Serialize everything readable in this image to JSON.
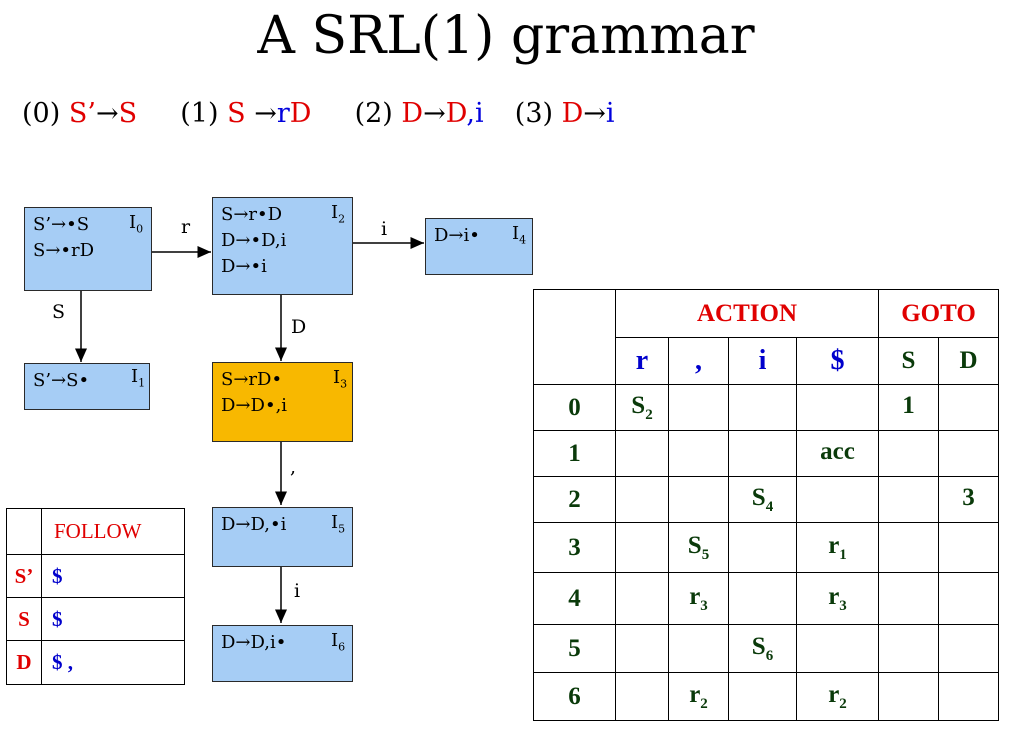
{
  "title": "A SRL(1) grammar",
  "productions": [
    {
      "num": "(0)",
      "lhs": "S’",
      "rhs_a": "S",
      "rhs_b": ""
    },
    {
      "num": "(1)",
      "lhs": "S",
      "rhs_a": "r",
      "rhs_b": "D"
    },
    {
      "num": "(2)",
      "lhs": "D",
      "rhs_a": "D",
      "rhs_b": ",i"
    },
    {
      "num": "(3)",
      "lhs": "D",
      "rhs_a": "",
      "rhs_b": "i"
    }
  ],
  "states": [
    {
      "id": "I",
      "sub": "0",
      "items": [
        "S’→•S",
        "S→•rD"
      ],
      "color": "#a6cdf5"
    },
    {
      "id": "I",
      "sub": "1",
      "items": [
        "S’→S•"
      ],
      "color": "#a6cdf5"
    },
    {
      "id": "I",
      "sub": "2",
      "items": [
        "S→r•D",
        "D→•D,i",
        "D→•i"
      ],
      "color": "#a6cdf5"
    },
    {
      "id": "I",
      "sub": "3",
      "items": [
        "S→rD•",
        "D→D•,i"
      ],
      "color": "#f8b800"
    },
    {
      "id": "I",
      "sub": "4",
      "items": [
        "D→i•"
      ],
      "color": "#a6cdf5"
    },
    {
      "id": "I",
      "sub": "5",
      "items": [
        "D→D,•i"
      ],
      "color": "#a6cdf5"
    },
    {
      "id": "I",
      "sub": "6",
      "items": [
        "D→D,i•"
      ],
      "color": "#a6cdf5"
    }
  ],
  "edges": [
    "r",
    "i",
    "S",
    "D",
    ",",
    "i"
  ],
  "follow": {
    "header": "FOLLOW",
    "rows": [
      {
        "sym": "S’",
        "val": "$"
      },
      {
        "sym": "S",
        "val": "$"
      },
      {
        "sym": "D",
        "val": "$ ,"
      }
    ]
  },
  "parse_table": {
    "action_label": "ACTION",
    "goto_label": "GOTO",
    "terminals": [
      "r",
      ",",
      "i",
      "$"
    ],
    "nonterminals": [
      "S",
      "D"
    ],
    "rows": [
      {
        "state": "0",
        "cells": [
          {
            "t": "S",
            "s": "2"
          },
          {
            "t": "",
            "s": ""
          },
          {
            "t": "",
            "s": ""
          },
          {
            "t": "",
            "s": ""
          },
          {
            "t": "1",
            "s": ""
          },
          {
            "t": "",
            "s": ""
          }
        ]
      },
      {
        "state": "1",
        "cells": [
          {
            "t": "",
            "s": ""
          },
          {
            "t": "",
            "s": ""
          },
          {
            "t": "",
            "s": ""
          },
          {
            "t": "acc",
            "s": ""
          },
          {
            "t": "",
            "s": ""
          },
          {
            "t": "",
            "s": ""
          }
        ]
      },
      {
        "state": "2",
        "cells": [
          {
            "t": "",
            "s": ""
          },
          {
            "t": "",
            "s": ""
          },
          {
            "t": "S",
            "s": "4"
          },
          {
            "t": "",
            "s": ""
          },
          {
            "t": "",
            "s": ""
          },
          {
            "t": "3",
            "s": ""
          }
        ]
      },
      {
        "state": "3",
        "cells": [
          {
            "t": "",
            "s": ""
          },
          {
            "t": "S",
            "s": "5"
          },
          {
            "t": "",
            "s": ""
          },
          {
            "t": "r",
            "s": "1"
          },
          {
            "t": "",
            "s": ""
          },
          {
            "t": "",
            "s": ""
          }
        ]
      },
      {
        "state": "4",
        "cells": [
          {
            "t": "",
            "s": ""
          },
          {
            "t": "r",
            "s": "3"
          },
          {
            "t": "",
            "s": ""
          },
          {
            "t": "r",
            "s": "3"
          },
          {
            "t": "",
            "s": ""
          },
          {
            "t": "",
            "s": ""
          }
        ]
      },
      {
        "state": "5",
        "cells": [
          {
            "t": "",
            "s": ""
          },
          {
            "t": "",
            "s": ""
          },
          {
            "t": "S",
            "s": "6"
          },
          {
            "t": "",
            "s": ""
          },
          {
            "t": "",
            "s": ""
          },
          {
            "t": "",
            "s": ""
          }
        ]
      },
      {
        "state": "6",
        "cells": [
          {
            "t": "",
            "s": ""
          },
          {
            "t": "r",
            "s": "2"
          },
          {
            "t": "",
            "s": ""
          },
          {
            "t": "r",
            "s": "2"
          },
          {
            "t": "",
            "s": ""
          },
          {
            "t": "",
            "s": ""
          }
        ]
      }
    ]
  }
}
